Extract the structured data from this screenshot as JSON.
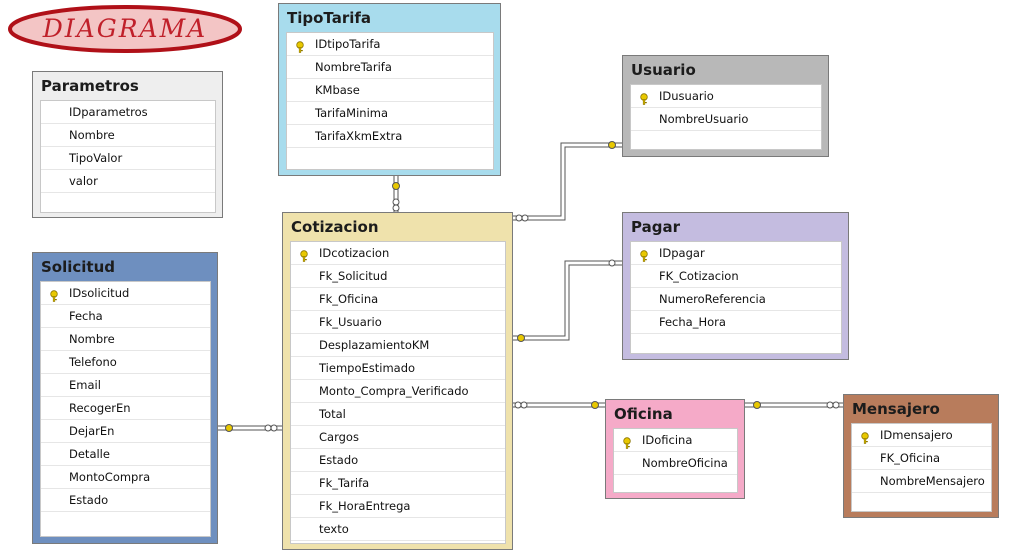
{
  "logo": {
    "text": "DIAGRAMA"
  },
  "tables": {
    "parametros": {
      "title": "Parametros",
      "columns": [
        {
          "name": "IDparametros",
          "pk": false
        },
        {
          "name": "Nombre",
          "pk": false
        },
        {
          "name": "TipoValor",
          "pk": false
        },
        {
          "name": "valor",
          "pk": false
        }
      ]
    },
    "tipotarifa": {
      "title": "TipoTarifa",
      "columns": [
        {
          "name": "IDtipoTarifa",
          "pk": true
        },
        {
          "name": "NombreTarifa",
          "pk": false
        },
        {
          "name": "KMbase",
          "pk": false
        },
        {
          "name": "TarifaMinima",
          "pk": false
        },
        {
          "name": "TarifaXkmExtra",
          "pk": false
        }
      ]
    },
    "usuario": {
      "title": "Usuario",
      "columns": [
        {
          "name": "IDusuario",
          "pk": true
        },
        {
          "name": "NombreUsuario",
          "pk": false
        }
      ]
    },
    "cotizacion": {
      "title": "Cotizacion",
      "columns": [
        {
          "name": "IDcotizacion",
          "pk": true
        },
        {
          "name": "Fk_Solicitud",
          "pk": false
        },
        {
          "name": "Fk_Oficina",
          "pk": false
        },
        {
          "name": "Fk_Usuario",
          "pk": false
        },
        {
          "name": "DesplazamientoKM",
          "pk": false
        },
        {
          "name": "TiempoEstimado",
          "pk": false
        },
        {
          "name": "Monto_Compra_Verificado",
          "pk": false
        },
        {
          "name": "Total",
          "pk": false
        },
        {
          "name": "Cargos",
          "pk": false
        },
        {
          "name": "Estado",
          "pk": false
        },
        {
          "name": "Fk_Tarifa",
          "pk": false
        },
        {
          "name": "Fk_HoraEntrega",
          "pk": false
        },
        {
          "name": "texto",
          "pk": false
        }
      ]
    },
    "pagar": {
      "title": "Pagar",
      "columns": [
        {
          "name": "IDpagar",
          "pk": true
        },
        {
          "name": "FK_Cotizacion",
          "pk": false
        },
        {
          "name": "NumeroReferencia",
          "pk": false
        },
        {
          "name": "Fecha_Hora",
          "pk": false
        }
      ]
    },
    "solicitud": {
      "title": "Solicitud",
      "columns": [
        {
          "name": "IDsolicitud",
          "pk": true
        },
        {
          "name": "Fecha",
          "pk": false
        },
        {
          "name": "Nombre",
          "pk": false
        },
        {
          "name": "Telefono",
          "pk": false
        },
        {
          "name": "Email",
          "pk": false
        },
        {
          "name": "RecogerEn",
          "pk": false
        },
        {
          "name": "DejarEn",
          "pk": false
        },
        {
          "name": "Detalle",
          "pk": false
        },
        {
          "name": "MontoCompra",
          "pk": false
        },
        {
          "name": "Estado",
          "pk": false
        }
      ]
    },
    "oficina": {
      "title": "Oficina",
      "columns": [
        {
          "name": "IDoficina",
          "pk": true
        },
        {
          "name": "NombreOficina",
          "pk": false
        }
      ]
    },
    "mensajero": {
      "title": "Mensajero",
      "columns": [
        {
          "name": "IDmensajero",
          "pk": true
        },
        {
          "name": "FK_Oficina",
          "pk": false
        },
        {
          "name": "NombreMensajero",
          "pk": false
        }
      ]
    }
  },
  "relationships": [
    {
      "from": "tipotarifa",
      "to": "cotizacion"
    },
    {
      "from": "usuario",
      "to": "cotizacion"
    },
    {
      "from": "pagar",
      "to": "cotizacion"
    },
    {
      "from": "solicitud",
      "to": "cotizacion"
    },
    {
      "from": "oficina",
      "to": "cotizacion"
    },
    {
      "from": "mensajero",
      "to": "oficina"
    }
  ],
  "colors": {
    "parametros": "#eeeeee",
    "tipotarifa": "#a8dced",
    "usuario": "#b8b8b8",
    "cotizacion": "#efe2ac",
    "pagar": "#c4bce0",
    "solicitud": "#6e8fbf",
    "oficina": "#f5aac8",
    "mensajero": "#b87c5c",
    "key": "#e8c800",
    "logo_fill": "#f3c5c5",
    "logo_stroke": "#b01018",
    "logo_text": "#c0202a"
  }
}
